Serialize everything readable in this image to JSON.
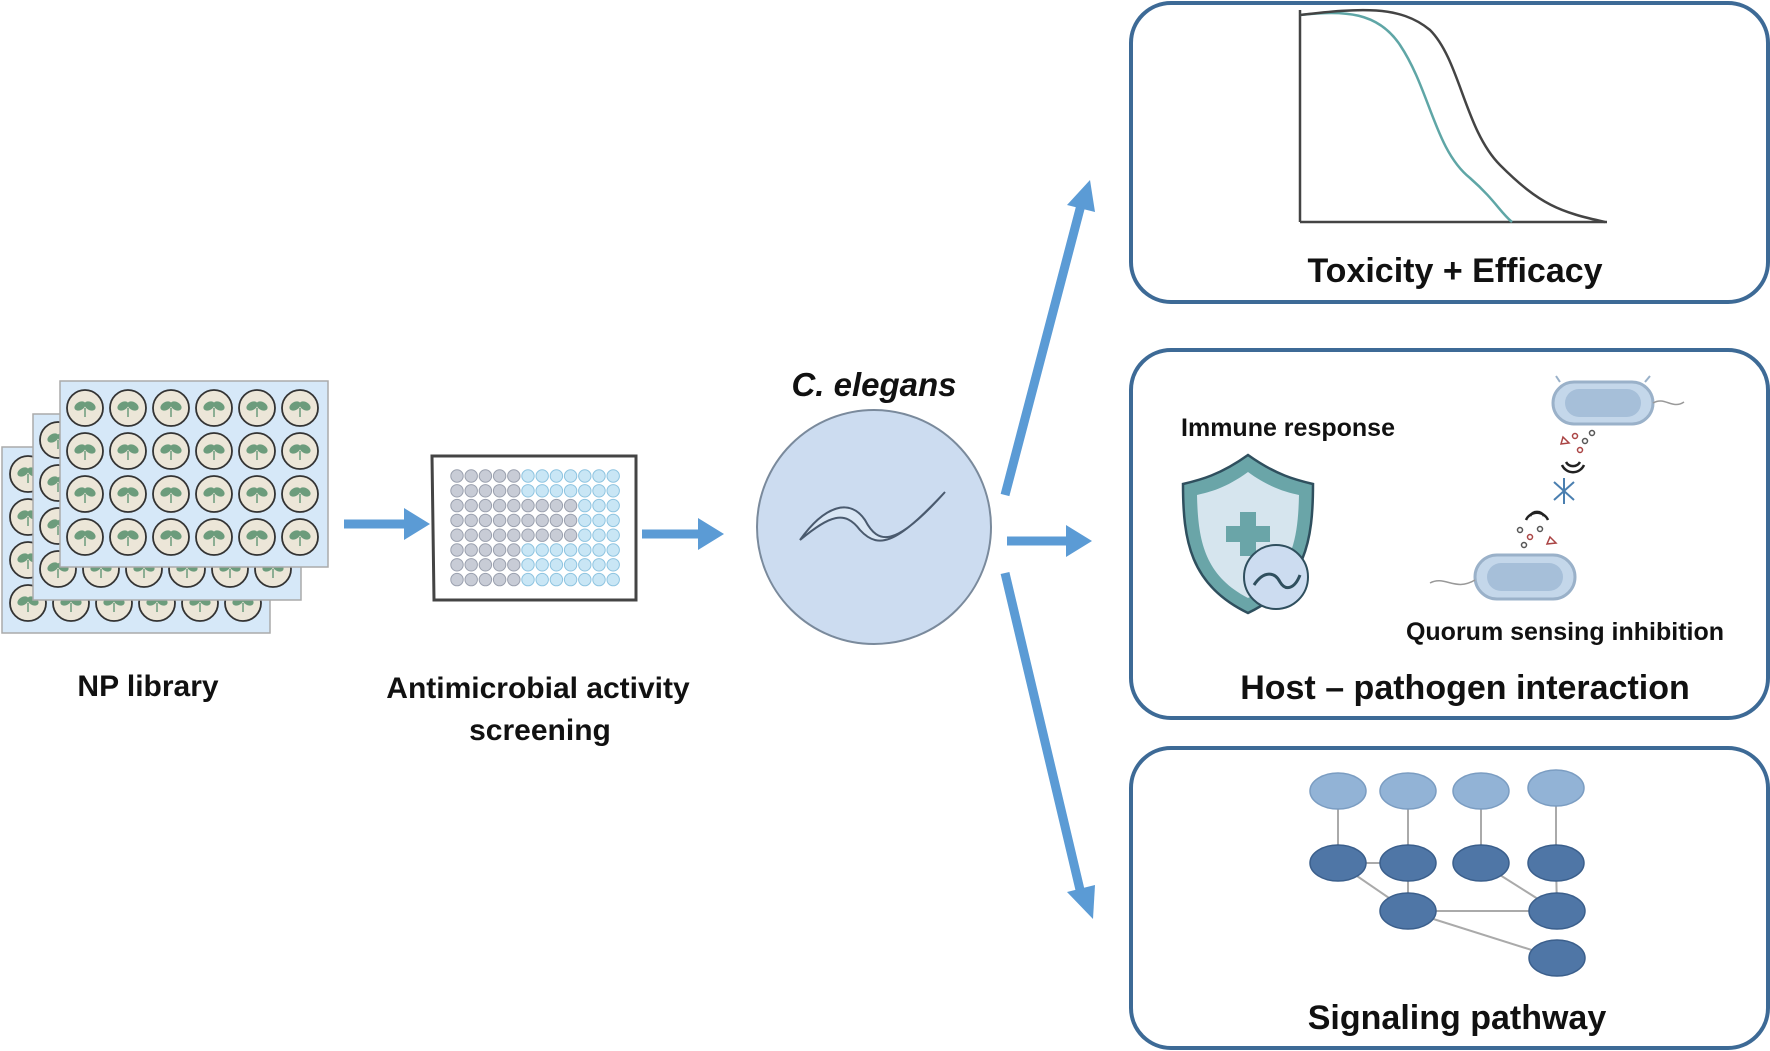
{
  "steps": {
    "np_library": "NP library",
    "screening_line1": "Antimicrobial activity",
    "screening_line2": "screening",
    "organism": "C. elegans"
  },
  "outcomes": {
    "toxicity": "Toxicity + Efficacy",
    "host_pathogen": "Host – pathogen interaction",
    "immune_response": "Immune response",
    "quorum_sensing": "Quorum sensing inhibition",
    "signaling": "Signaling pathway"
  },
  "icons": {
    "np_library": "seedling-plate-stack-icon",
    "screening": "96-well-plate-icon",
    "organism": "petri-dish-worm-icon",
    "immune": "shield-cross-icon",
    "bacteria": "bacteria-icon",
    "network": "network-graph-icon"
  },
  "colors": {
    "arrow": "#5b9bd5",
    "panel_border": "#3d6a96",
    "dish_fill": "#ccdcf0",
    "plate_fill": "#d6e8f8",
    "leaf": "#6c9c7c",
    "curve_teal": "#5fa6a6",
    "curve_dark": "#444444",
    "node_light": "#92b3d6",
    "node_dark": "#4f76a6"
  }
}
